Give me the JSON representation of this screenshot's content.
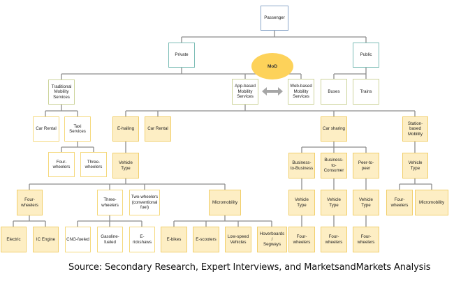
{
  "diagram": {
    "caption": "Source: Secondary Research, Expert Interviews, and MarketsandMarkets Analysis",
    "colors": {
      "connector": "#8c8c8c",
      "mod_fill": "#fdd25a",
      "arrow": "#a6a6a6"
    },
    "mod_label": "MoD",
    "nodes": {
      "passenger": "Passenger",
      "private": "Private",
      "public": "Public",
      "traditional": "Traditional\nMobility\nServices",
      "app_based": "App-based\nMobility\nServices",
      "web_based": "Web-based\nMobility\nServices",
      "buses": "Buses",
      "trains": "Trains",
      "car_rental_trad": "Car Rental",
      "taxi": "Taxi\nServices",
      "taxi_four": "Four-\nwheelers",
      "taxi_three": "Three-\nwheelers",
      "ehailing": "E-hailing",
      "car_rental_app": "Car Rental",
      "eh_vehicle_type": "Vehicle\nType",
      "eh_four": "Four-\nwheelers",
      "eh_three": "Three-\nwheelers",
      "eh_two": "Two-wheelers\n(conventional\nfuel)",
      "eh_micro": "Micromobility",
      "electric": "Electric",
      "ic_engine": "IC Engine",
      "cng": "CNG-fueled",
      "gasoline": "Gasoline-\nfueled",
      "erickshaw": "E-\nrickshaws",
      "ebikes": "E-bikes",
      "escooters": "E-scooters",
      "lowspeed": "Low-speed\nVehicles",
      "hoverboards": "Hoverboards\n/\nSegways",
      "car_sharing": "Car sharing",
      "station": "Station-\nbased\nMobility",
      "b2b": "Business-\nto-Business",
      "b2c": "Business-\nto-\nConsumer",
      "p2p": "Peer-to-\npeer",
      "b2b_vt": "Vehicle\nType",
      "b2c_vt": "Vehicle\nType",
      "p2p_vt": "Vehicle\nType",
      "b2b_four": "Four-\nwheelers",
      "b2c_four": "Four-\nwheelers",
      "p2p_four": "Four-\nwheelers",
      "st_vt": "Vehicle\nType",
      "st_four": "Four-\nwheelers",
      "st_micro": "Micromobility"
    }
  }
}
